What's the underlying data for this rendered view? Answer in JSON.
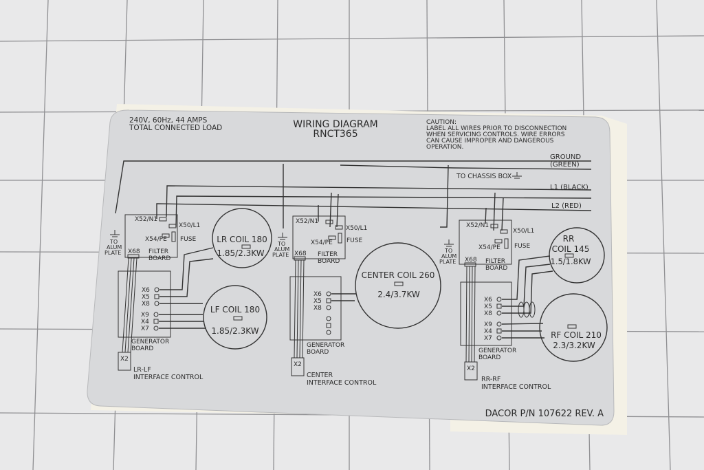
{
  "header": {
    "supply_line1": "240V, 60Hz, 44 AMPS",
    "supply_line2": "TOTAL CONNECTED LOAD",
    "title_line1": "WIRING DIAGRAM",
    "title_line2": "RNCT365",
    "caution_lines": [
      "CAUTION:",
      "LABEL ALL WIRES PRIOR TO DISCONNECTION",
      "WHEN SERVICING CONTROLS. WIRE ERRORS",
      "CAN CAUSE IMPROPER AND DANGEROUS",
      "OPERATION."
    ]
  },
  "bus": {
    "ground_line1": "GROUND",
    "ground_line2": "(GREEN)",
    "chassis": "TO CHASSIS BOX",
    "l1": "L1 (BLACK)",
    "l2": "L2 (RED)"
  },
  "board_labels": {
    "n1": "X52/N1",
    "l1": "X50/L1",
    "pe": "X54/PE",
    "fuse": "FUSE",
    "alum1": "TO",
    "alum2": "ALUM",
    "alum3": "PLATE",
    "x68": "X68",
    "filter1": "FILTER",
    "filter2": "BOARD",
    "gen1": "GENERATOR",
    "gen2": "BOARD",
    "x2": "X2",
    "x6": "X6",
    "x5": "X5",
    "x8": "X8",
    "x9": "X9",
    "x4": "X4",
    "x7": "X7"
  },
  "coils": {
    "lr_name": "LR COIL 180",
    "lr_power": "1.85/2.3KW",
    "lf_name": "LF COIL 180",
    "lf_power": "1.85/2.3KW",
    "center_name": "CENTER COIL 260",
    "center_power": "2.4/3.7KW",
    "rr_name1": "RR",
    "rr_name2": "COIL 145",
    "rr_power": "1.5/1.8KW",
    "rf_name": "RF COIL 210",
    "rf_power": "2.3/3.2KW"
  },
  "controls": {
    "left1": "LR-LF",
    "left2": "INTERFACE CONTROL",
    "center1": "CENTER",
    "center2": "INTERFACE CONTROL",
    "right1": "RR-RF",
    "right2": "INTERFACE CONTROL"
  },
  "part_number": "DACOR P/N 107622 REV. A",
  "colors": {
    "label_bg": "#d8d9db",
    "grid_bg": "#e9e9ea",
    "grid_line": "#8f8f92",
    "ink": "#2b2b2b"
  }
}
